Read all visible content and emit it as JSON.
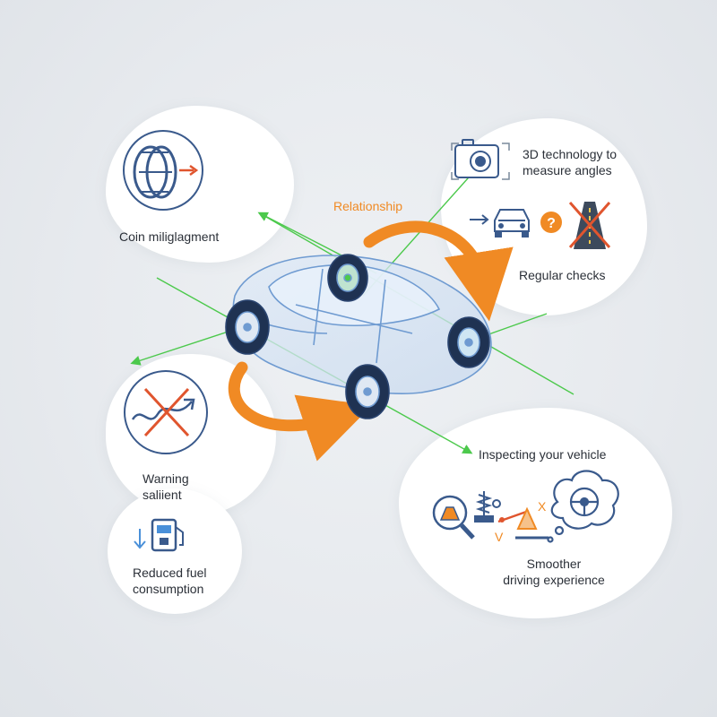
{
  "diagram": {
    "center_label": "Relationship",
    "nodes": {
      "tire": {
        "label": "Coin miliglagment",
        "icon": "tire-icon"
      },
      "technology": {
        "label_line1": "3D technology to",
        "label_line2": "measure angles",
        "icon": "camera-target-icon"
      },
      "checks": {
        "label": "Regular checks",
        "icons": [
          "arrow-right-icon",
          "car-front-icon",
          "question-icon",
          "blocked-road-icon"
        ]
      },
      "warning": {
        "label_line1": "Warning",
        "label_line2": "saliient",
        "icon": "crossed-trend-icon"
      },
      "fuel": {
        "label_line1": "Reduced fuel",
        "label_line2": "consumption",
        "icon": "fuel-pump-icon"
      },
      "inspect": {
        "label": "Inspecting your vehicle",
        "icons": [
          "magnifier-icon",
          "suspension-icon",
          "balance-icon",
          "steering-wheel-thought-icon"
        ],
        "marks": [
          "X",
          "V"
        ]
      },
      "smoother": {
        "label_line1": "Smoother",
        "label_line2": "driving experience"
      }
    },
    "colors": {
      "accent_orange": "#f08a24",
      "connector_green": "#4cc94c",
      "icon_blue": "#3a5a8c",
      "icon_red": "#e0552e",
      "car_outline": "#6f9bd1"
    }
  }
}
